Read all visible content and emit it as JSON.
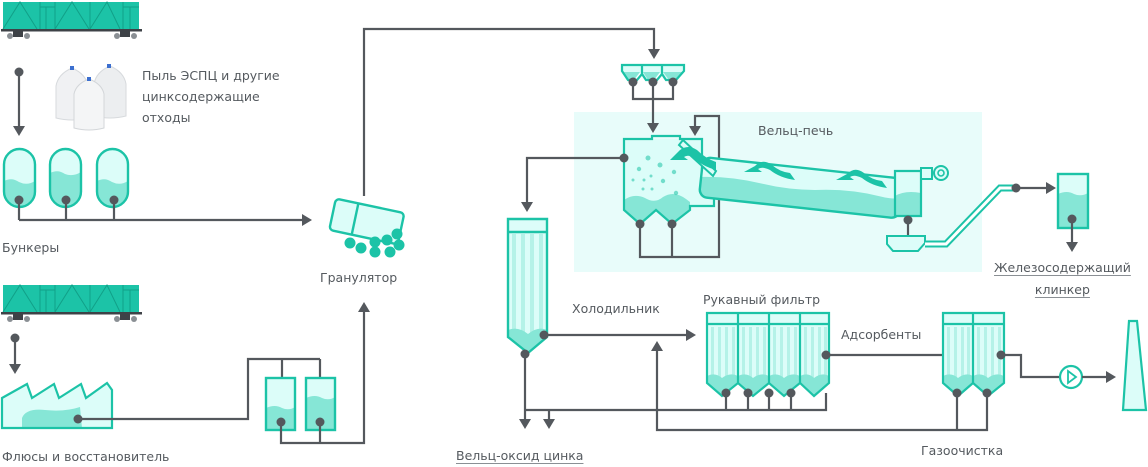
{
  "title": "Схема вельц-процесса переработки цинксодержащих отходов",
  "colors": {
    "accent": "#1cc3a7",
    "fill_light": "#dcfdf9",
    "fill_medium": "#86e6d6",
    "line": "#54585d",
    "text": "#555a5f",
    "zone_background": "#e8fcfa"
  },
  "labels": {
    "raw_materials": [
      "Пыль ЭСПЦ и другие",
      "цинксодержащие",
      "отходы"
    ],
    "bunkers": "Бункеры",
    "fluxes": "Флюсы и восстановитель",
    "granulator": "Гранулятор",
    "kiln": "Вельц-печь",
    "clinker": [
      "Железосодержащий",
      "клинкер"
    ],
    "cooler": "Холодильник",
    "bag_filter": "Рукавный фильтр",
    "adsorbents": "Адсорбенты",
    "zinc_oxide": "Вельц-оксид цинка",
    "gas_cleaning": "Газоочистка"
  },
  "icons": {
    "railcar_top": "railcar-icon",
    "railcar_bottom": "railcar-icon",
    "bags": "big-bag-icon",
    "bunkers": "bunker-icon",
    "factory": "factory-icon",
    "granulator": "granulator-icon",
    "feed_hoppers": "hopper-icon",
    "kiln": "rotary-kiln-icon",
    "cooler": "cooler-icon",
    "bag_filter": "bag-filter-icon",
    "gas_filter": "gas-filter-icon",
    "fan": "fan-icon",
    "chimney": "chimney-icon"
  }
}
